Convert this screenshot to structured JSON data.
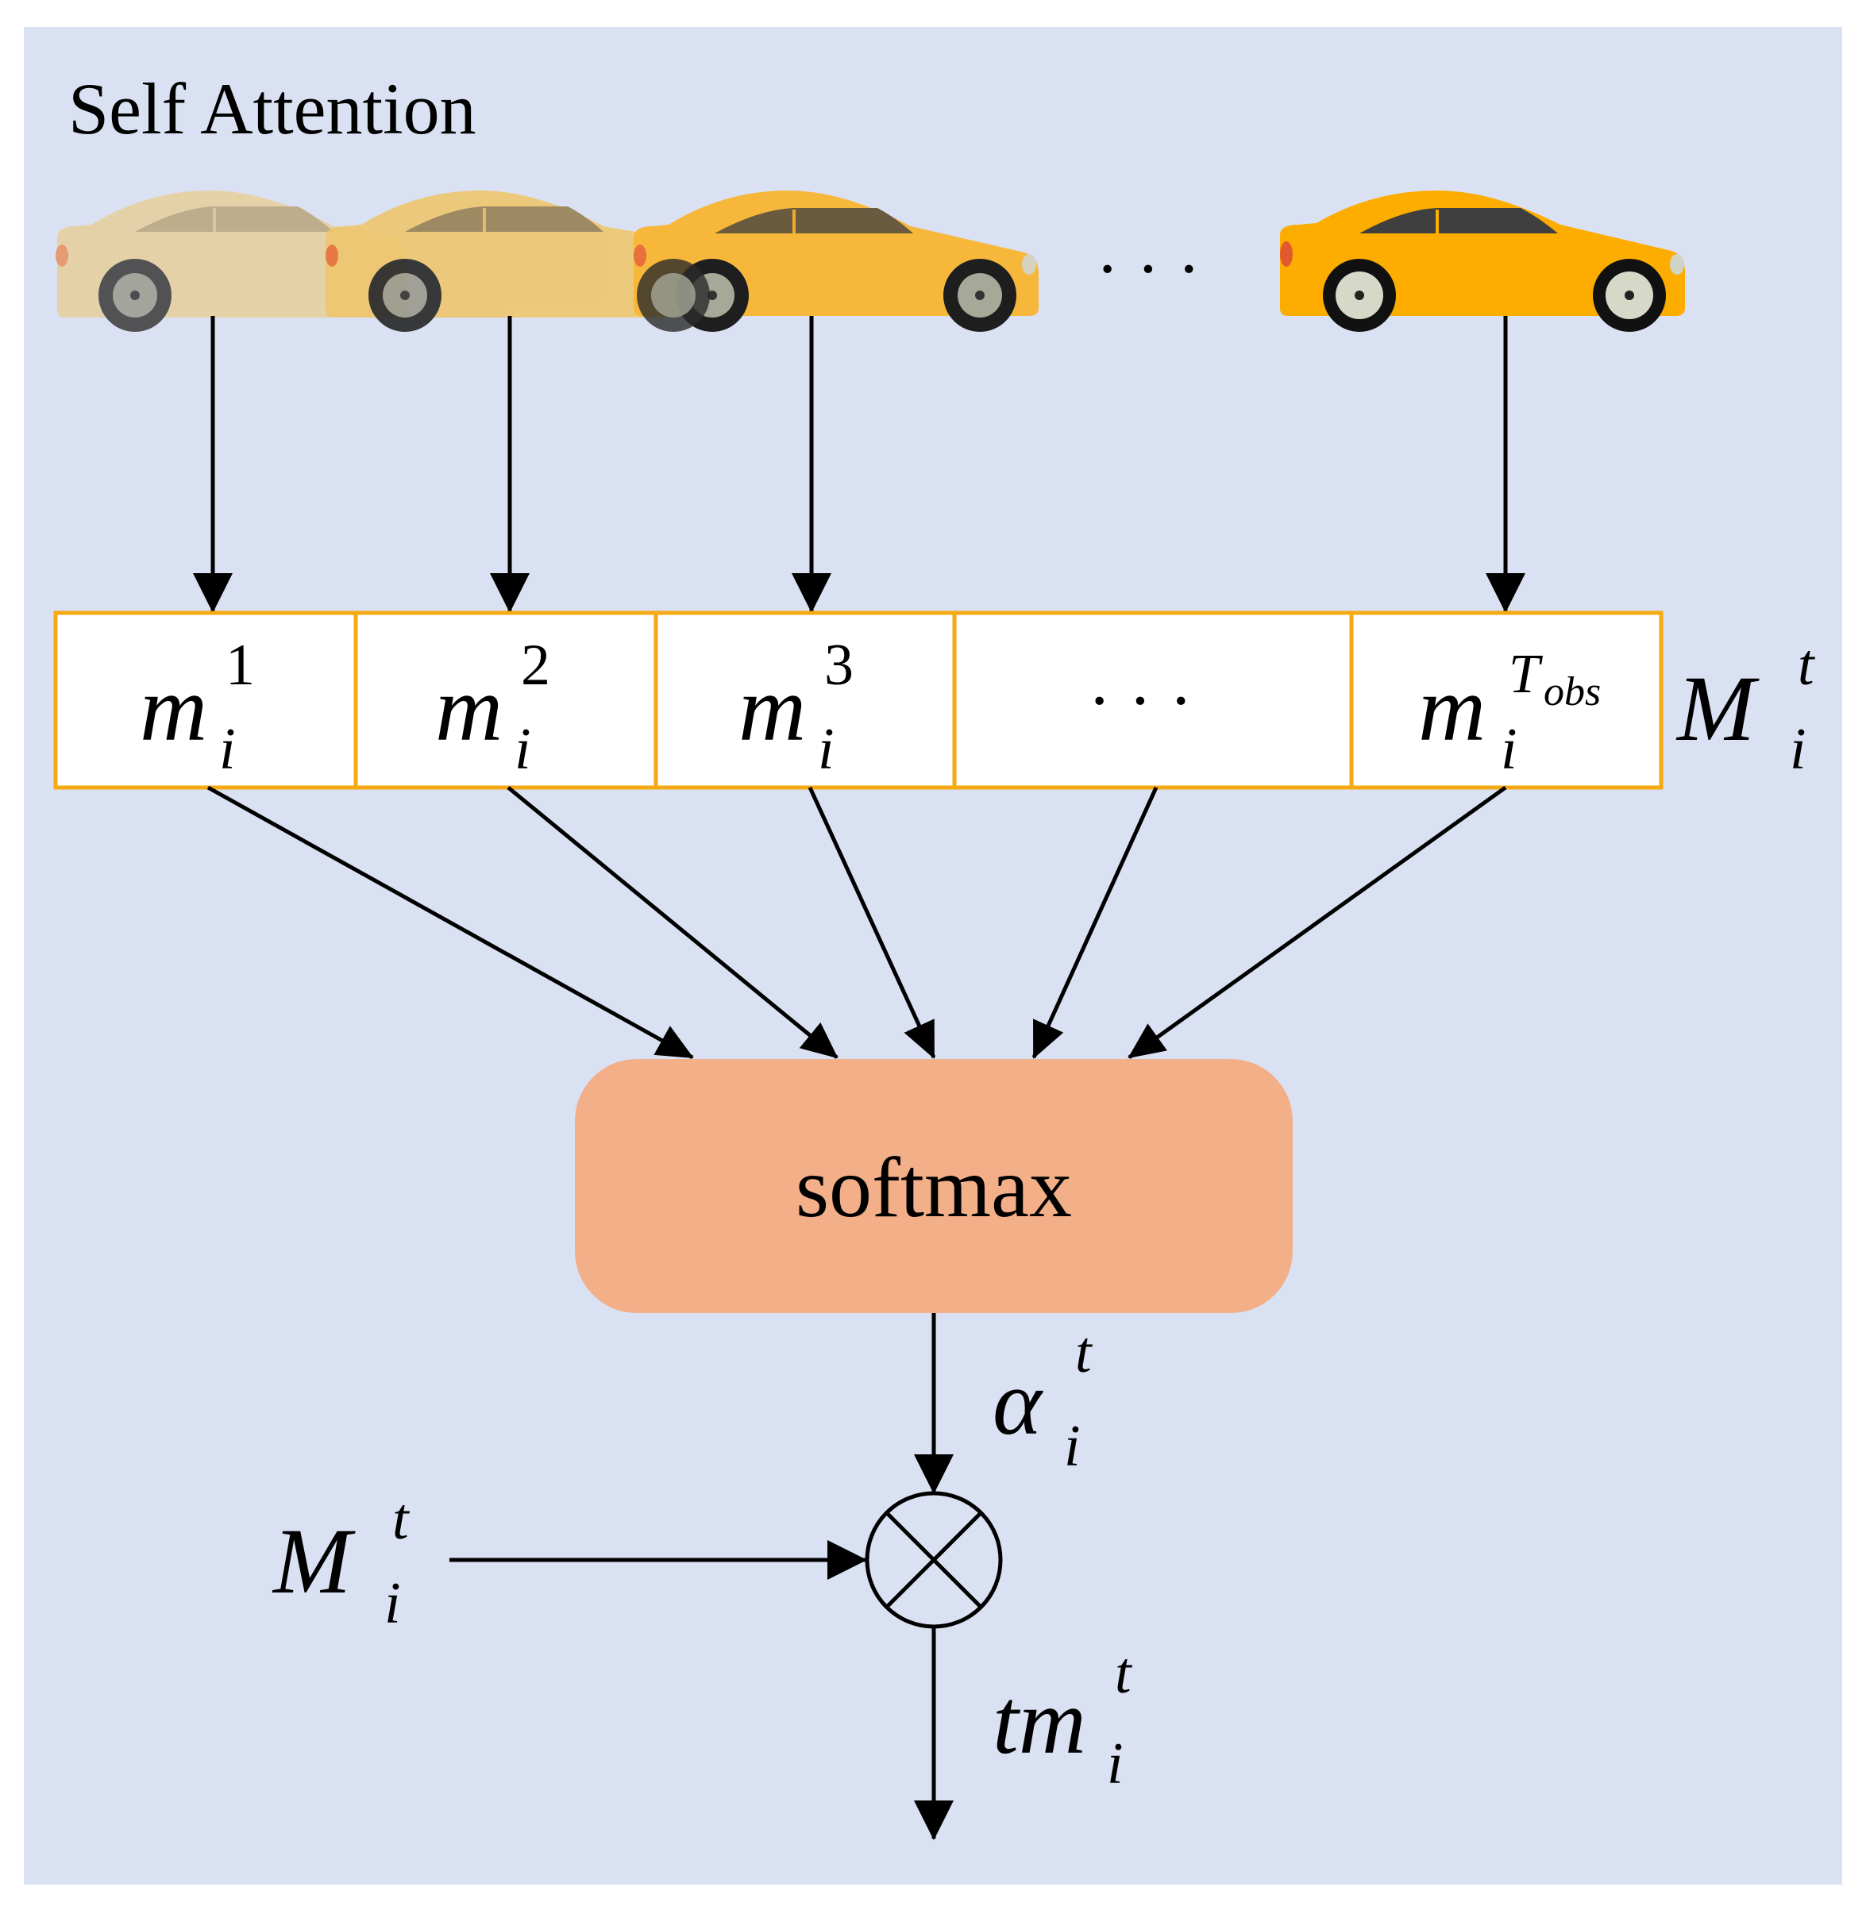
{
  "title": "Self Attention",
  "sequence_ellipsis": "· · ·",
  "memory": {
    "cells": [
      {
        "base": "m",
        "sub": "i",
        "sup": "1"
      },
      {
        "base": "m",
        "sub": "i",
        "sup": "2"
      },
      {
        "base": "m",
        "sub": "i",
        "sup": "3"
      },
      {
        "ellipsis": "· · ·"
      },
      {
        "base": "m",
        "sub": "i",
        "sup_base": "T",
        "sup_sub": "obs"
      }
    ],
    "label": {
      "base": "M",
      "sub": "i",
      "sup": "t"
    }
  },
  "softmax_label": "softmax",
  "alpha": {
    "base": "α",
    "sub": "i",
    "sup": "t"
  },
  "input_M": {
    "base": "M",
    "sub": "i",
    "sup": "t"
  },
  "output": {
    "base": "tm",
    "sub": "i",
    "sup": "t"
  },
  "colors": {
    "background": "#dae1f2",
    "cell_border": "#f5a912",
    "softmax_fill": "#f3b088",
    "arrow": "#000000",
    "car_colors": [
      "#e6cf9a",
      "#eec66e",
      "#f6b73a",
      "#fdac00"
    ]
  }
}
